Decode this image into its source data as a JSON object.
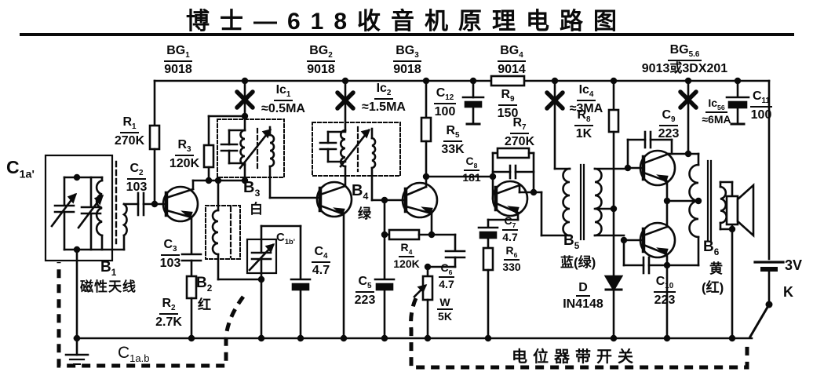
{
  "title": "博士—618收音机原理电路图",
  "transistors": {
    "bg1": {
      "name": "BG1",
      "value": "9018"
    },
    "bg2": {
      "name": "BG2",
      "value": "9018"
    },
    "bg3": {
      "name": "BG3",
      "value": "9018"
    },
    "bg4": {
      "name": "BG4",
      "value": "9014"
    },
    "bg56": {
      "name": "BG5.6",
      "value": "9013或3DX201"
    }
  },
  "components": {
    "r1": {
      "name": "R1",
      "value": "270K"
    },
    "r2": {
      "name": "R2",
      "value": "2.7K"
    },
    "r3": {
      "name": "R3",
      "value": "120K"
    },
    "r4": {
      "name": "R4",
      "value": "120K"
    },
    "r5": {
      "name": "R5",
      "value": "33K"
    },
    "r6": {
      "name": "R6",
      "value": "330"
    },
    "r7": {
      "name": "R7",
      "value": "270K"
    },
    "r8": {
      "name": "R8",
      "value": "1K"
    },
    "r9": {
      "name": "R9",
      "value": "150"
    },
    "c2": {
      "name": "C2",
      "value": "103"
    },
    "c3": {
      "name": "C3",
      "value": "103"
    },
    "c4": {
      "name": "C4",
      "value": "4.7"
    },
    "c5": {
      "name": "C5",
      "value": "223"
    },
    "c6": {
      "name": "C6",
      "value": "4.7"
    },
    "c7": {
      "name": "C7",
      "value": "4.7"
    },
    "c8": {
      "name": "C8",
      "value": "181"
    },
    "c9": {
      "name": "C9",
      "value": "223"
    },
    "c10": {
      "name": "C10",
      "value": "223"
    },
    "c11": {
      "name": "C11",
      "value": "100"
    },
    "c12": {
      "name": "C12",
      "value": "100"
    },
    "w": {
      "name": "W",
      "value": "5K"
    },
    "d": {
      "name": "D",
      "value": "IN4148"
    }
  },
  "test_points": {
    "ic1": {
      "name": "Ic1",
      "value": "≈0.5MA"
    },
    "ic2": {
      "name": "Ic2",
      "value": "≈1.5MA"
    },
    "ic4": {
      "name": "Ic4",
      "value": "≈3MA"
    },
    "ic56": {
      "name": "Ic56",
      "value": "≈6MA"
    }
  },
  "coils": {
    "b1": {
      "name": "B1",
      "desc": "磁性天线"
    },
    "b2": {
      "name": "B2",
      "desc": "红"
    },
    "b3": {
      "name": "B3",
      "desc": "白"
    },
    "b4": {
      "name": "B4",
      "desc": "绿"
    },
    "b5": {
      "name": "B5",
      "desc": "蓝(绿)"
    },
    "b6": {
      "name": "B6",
      "desc": "黄",
      "desc2": "(红)"
    }
  },
  "annotations": {
    "c1a": "C1a'",
    "c1b": "C1b'",
    "c1ab": "C1a.b",
    "battery": "3V",
    "switch_k": "K",
    "gang_note": "电位器带开关"
  }
}
